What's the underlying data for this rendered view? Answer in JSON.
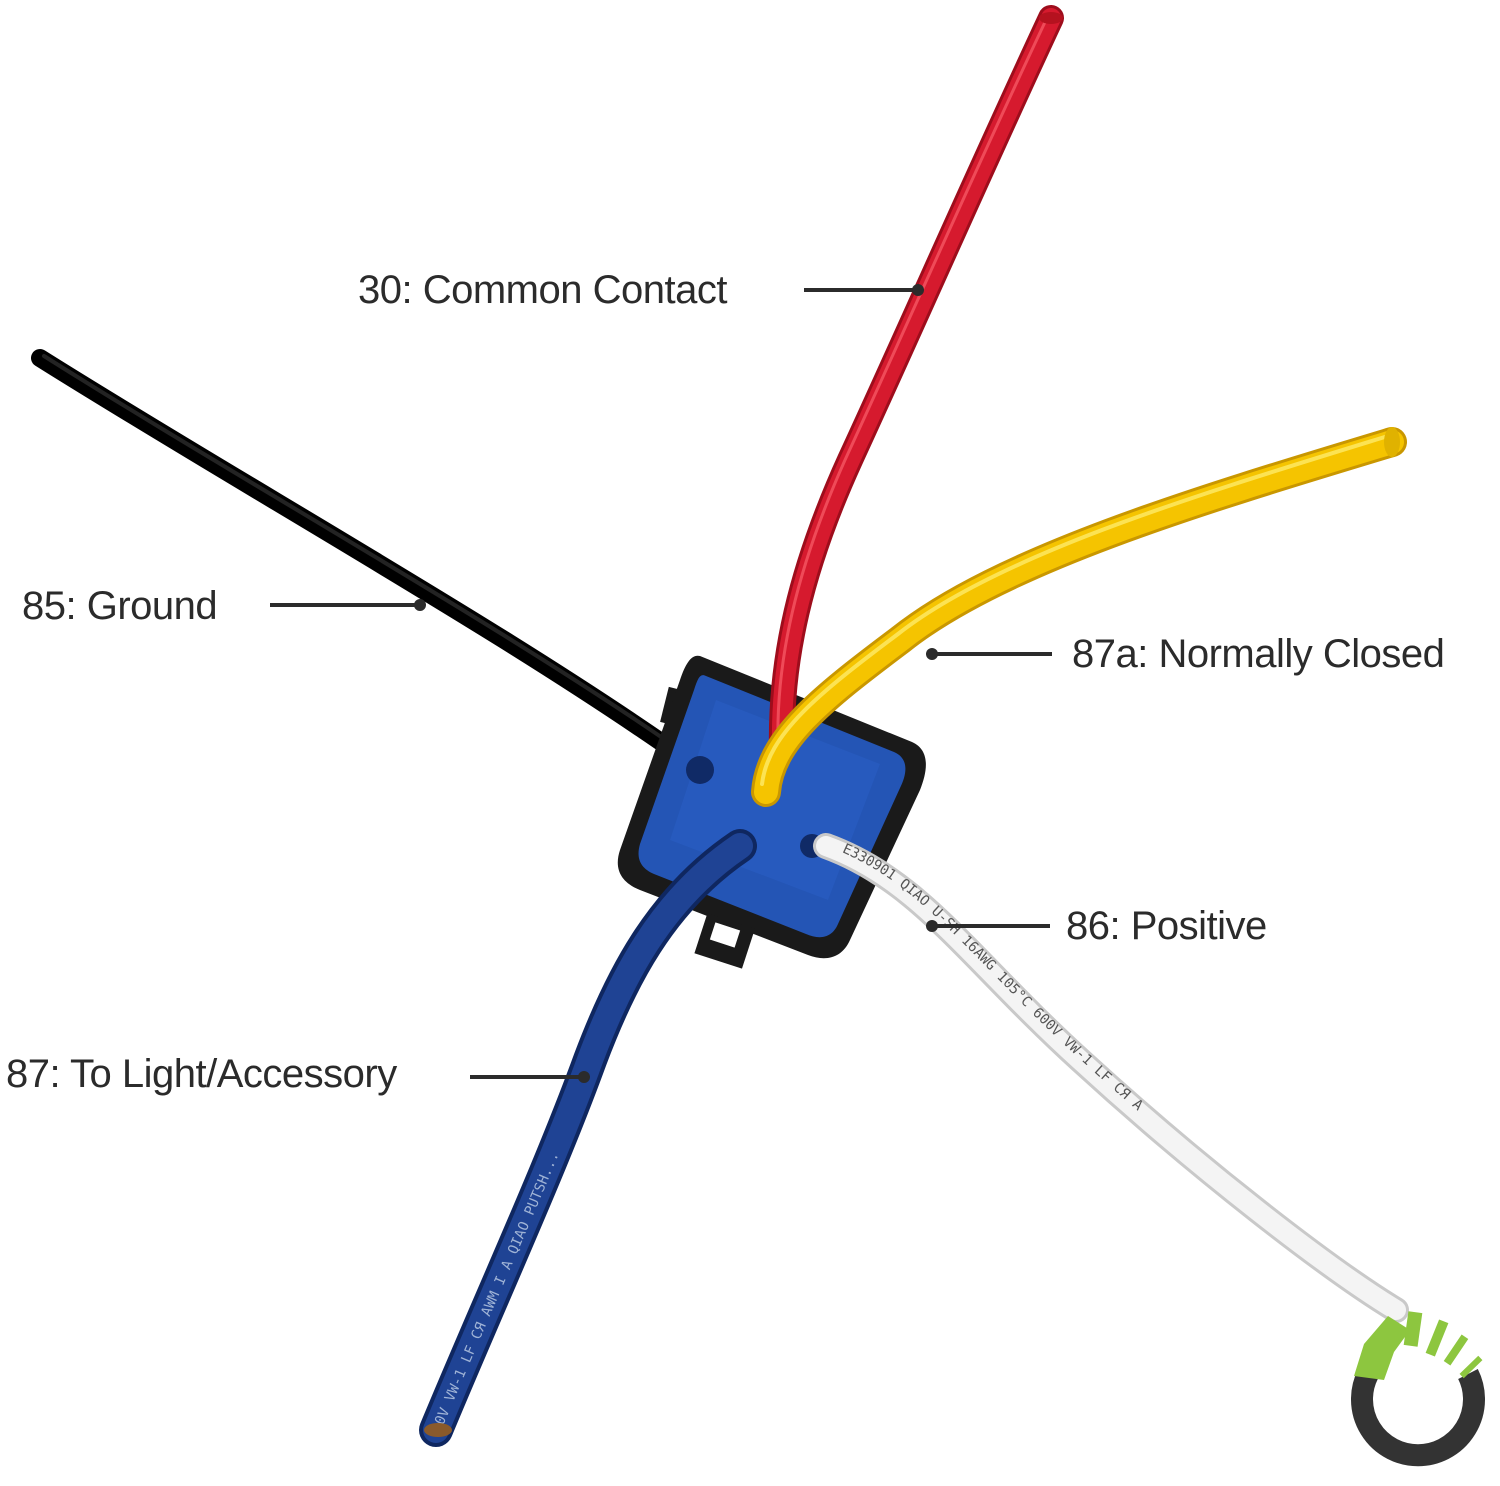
{
  "labels": {
    "common_contact": "30: Common Contact",
    "ground": "85: Ground",
    "normally_closed": "87a: Normally Closed",
    "positive": "86: Positive",
    "light_accessory": "87: To Light/Accessory"
  },
  "wire_print": {
    "blue": "0V  VW-1  LF  CЯ  AWM  I  A  QIAO PUTSH...",
    "white": "E330901  QIAO  U-SH  16AWG  105°C  600V  VW-1  LF  CЯ  A"
  },
  "colors": {
    "red_wire": "#d3192c",
    "black_wire": "#111111",
    "yellow_wire": "#f2c200",
    "white_wire": "#f2f2f2",
    "blue_wire": "#1d3f8f",
    "socket_blue": "#1f4fb0",
    "socket_frame": "#1a1a1a",
    "logo_green": "#8dc63f",
    "logo_dark": "#333333",
    "leader_line": "#2b2b2b"
  },
  "icons": [
    "relay-socket-icon",
    "brand-logo-icon"
  ]
}
